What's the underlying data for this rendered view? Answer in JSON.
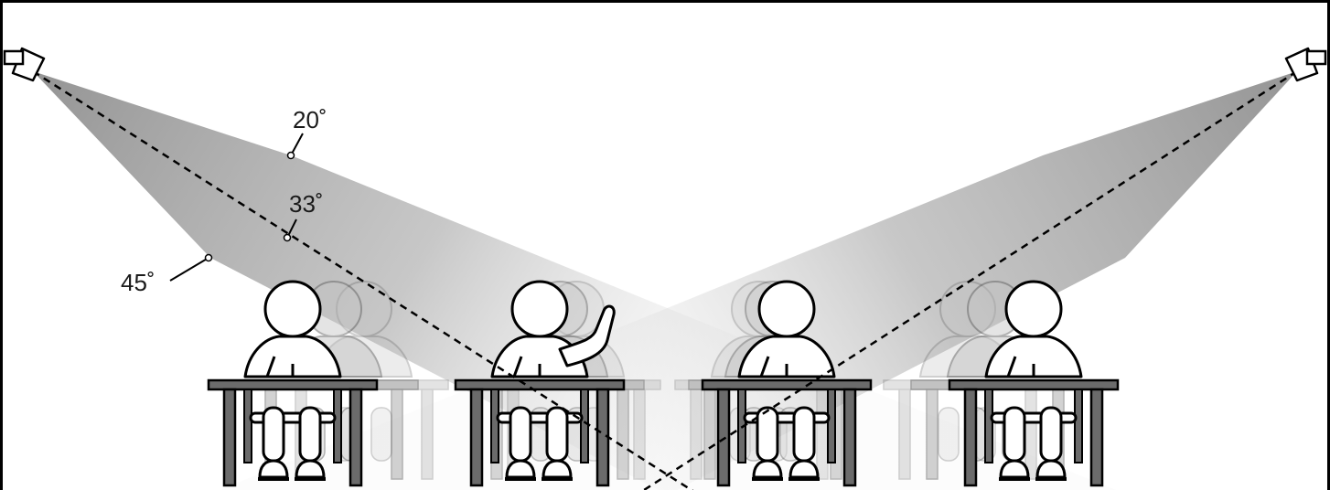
{
  "angle_labels": [
    {
      "text": "20˚"
    },
    {
      "text": "33˚"
    },
    {
      "text": "45˚"
    }
  ],
  "colors": {
    "cone": "#9a9a9a",
    "frame": "#000000",
    "desk_top": "#6b6b6b",
    "desk_leg": "#6b6b6b",
    "ghost": "#9a9a9a"
  },
  "elements": {
    "cameras": [
      "left-camera-icon",
      "right-camera-icon"
    ],
    "students": 4,
    "student_poses": [
      "seated",
      "hand-raised",
      "seated",
      "seated"
    ]
  }
}
